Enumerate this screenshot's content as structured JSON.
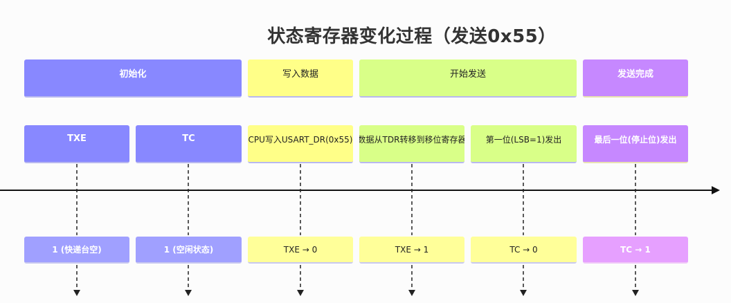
{
  "title": "状态寄存器变化过程（发送0x55）",
  "phases": [
    {
      "label": "初始化",
      "color": "blue"
    },
    {
      "label": "写入数据",
      "color": "yellow"
    },
    {
      "label": "开始发送",
      "color": "green"
    },
    {
      "label": "发送完成",
      "color": "purple"
    }
  ],
  "events": [
    {
      "label": "TXE"
    },
    {
      "label": "TC"
    },
    {
      "label": "CPU写入USART_DR(0x55)"
    },
    {
      "label": "数据从TDR转移到移位寄存器"
    },
    {
      "label": "第一位(LSB=1)发出"
    },
    {
      "label": "最后一位(停止位)发出"
    }
  ],
  "states": [
    {
      "label": "1 (快递台空)"
    },
    {
      "label": "1 (空闲状态)"
    },
    {
      "label": "TXE → 0"
    },
    {
      "label": "TXE → 1"
    },
    {
      "label": "TC → 0"
    },
    {
      "label": "TC → 1"
    }
  ],
  "colors": {
    "blue": "#8888ff",
    "yellow": "#ffff88",
    "green": "#d9ff88",
    "purple": "#c688ff",
    "light_blue": "#a0a0ff",
    "light_yellow": "#ffff99",
    "light_purple": "#e6a0ff",
    "axis": "#111111"
  }
}
